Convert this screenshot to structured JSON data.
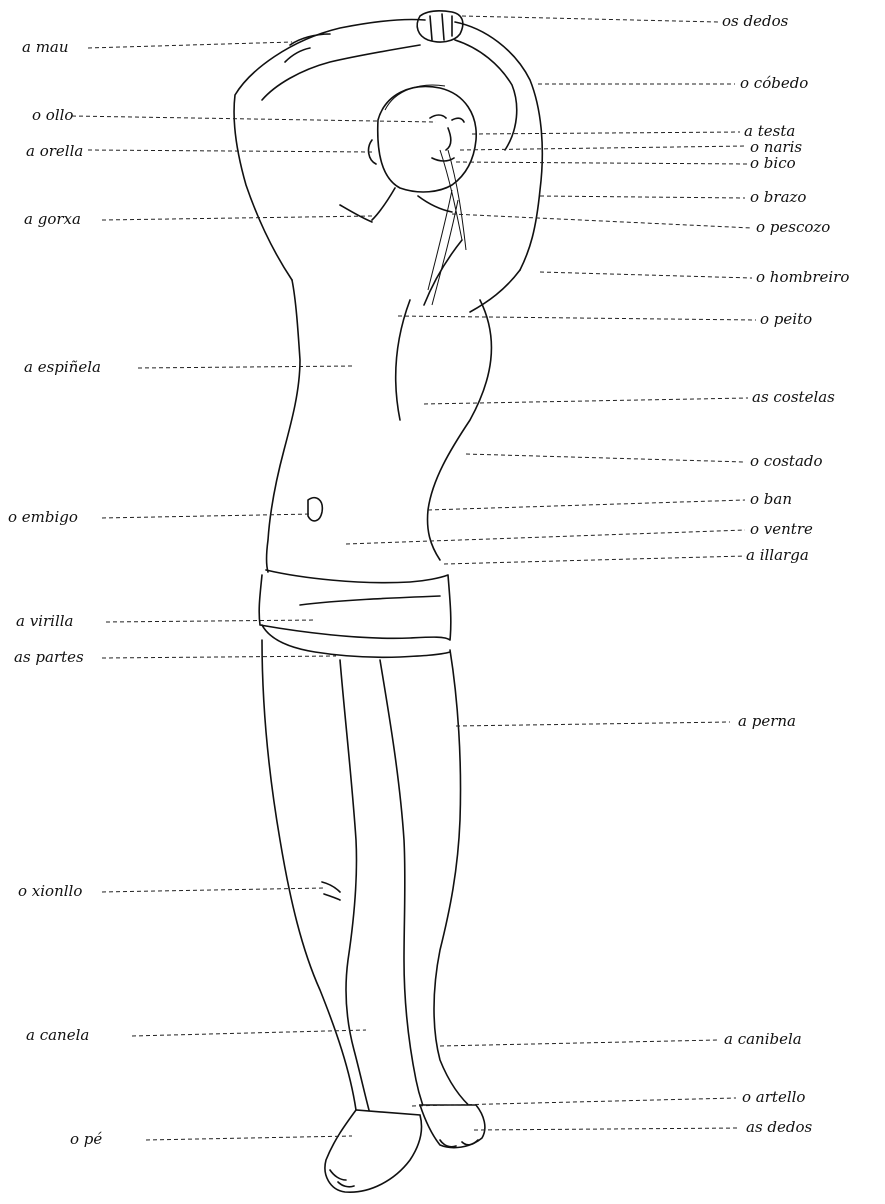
{
  "labels": {
    "left": {
      "a_mau": "a mau",
      "o_ollo": "o ollo",
      "a_orella": "a orella",
      "a_gorxa": "a gorxa",
      "a_espinela": "a espiñela",
      "o_embigo": "o embigo",
      "a_virilla": "a virilla",
      "as_partes": "as partes",
      "o_xionllo": "o xionllo",
      "a_canela": "a canela",
      "o_pe": "o pé"
    },
    "right": {
      "os_dedos_top": "os dedos",
      "o_cobedo": "o cóbedo",
      "a_testa": "a testa",
      "o_naris": "o naris",
      "o_bico": "o bico",
      "o_brazo": "o brazo",
      "o_pescozo": "o pescozo",
      "o_hombreiro": "o hombreiro",
      "o_peito": "o peito",
      "as_costelas": "as costelas",
      "o_costado": "o costado",
      "o_ban": "o ban",
      "o_ventre": "o ventre",
      "a_illarga": "a illarga",
      "a_perna": "a perna",
      "a_canibela": "a canibela",
      "o_artello": "o artello",
      "as_dedos_bottom": "as dedos"
    }
  },
  "colors": {
    "ink": "#111111",
    "paper": "#ffffff"
  }
}
